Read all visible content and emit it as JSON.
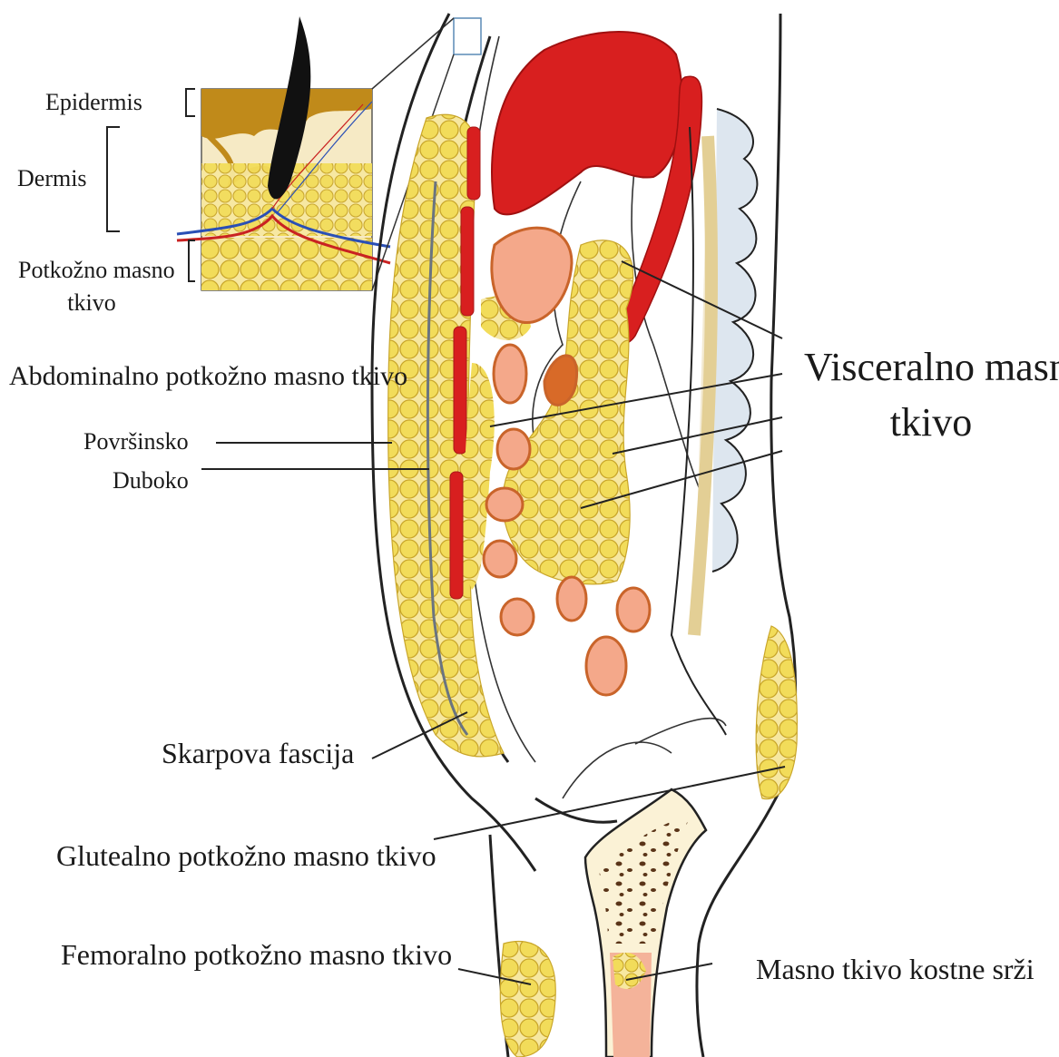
{
  "labels": {
    "epidermis": "Epidermis",
    "dermis": "Dermis",
    "subcutaneous_line1": "Potkožno masno",
    "subcutaneous_line2": "tkivo",
    "abdominal": "Abdominalno  potkožno masno tkivo",
    "superficial": "Površinsko",
    "deep": "Duboko",
    "visceral_line1": "Visceralno masno",
    "visceral_line2": "tkivo",
    "scarpa": "Skarpova fascija",
    "gluteal": "Glutealno potkožno masno tkivo",
    "femoral": "Femoralno potkožno masno tkivo",
    "marrow": "Masno tkivo kostne srži"
  },
  "colors": {
    "fat_fill": "#f2dc5a",
    "fat_stroke": "#c9a62a",
    "organ_red": "#d81f1f",
    "kidney_fill": "#f4a88a",
    "kidney_stroke": "#c9642a",
    "skin_tan": "#f6eac5",
    "epidermis_brown": "#c08a1a",
    "bone_fill": "#fbf2d6",
    "spine_blue": "#dde6ef"
  }
}
